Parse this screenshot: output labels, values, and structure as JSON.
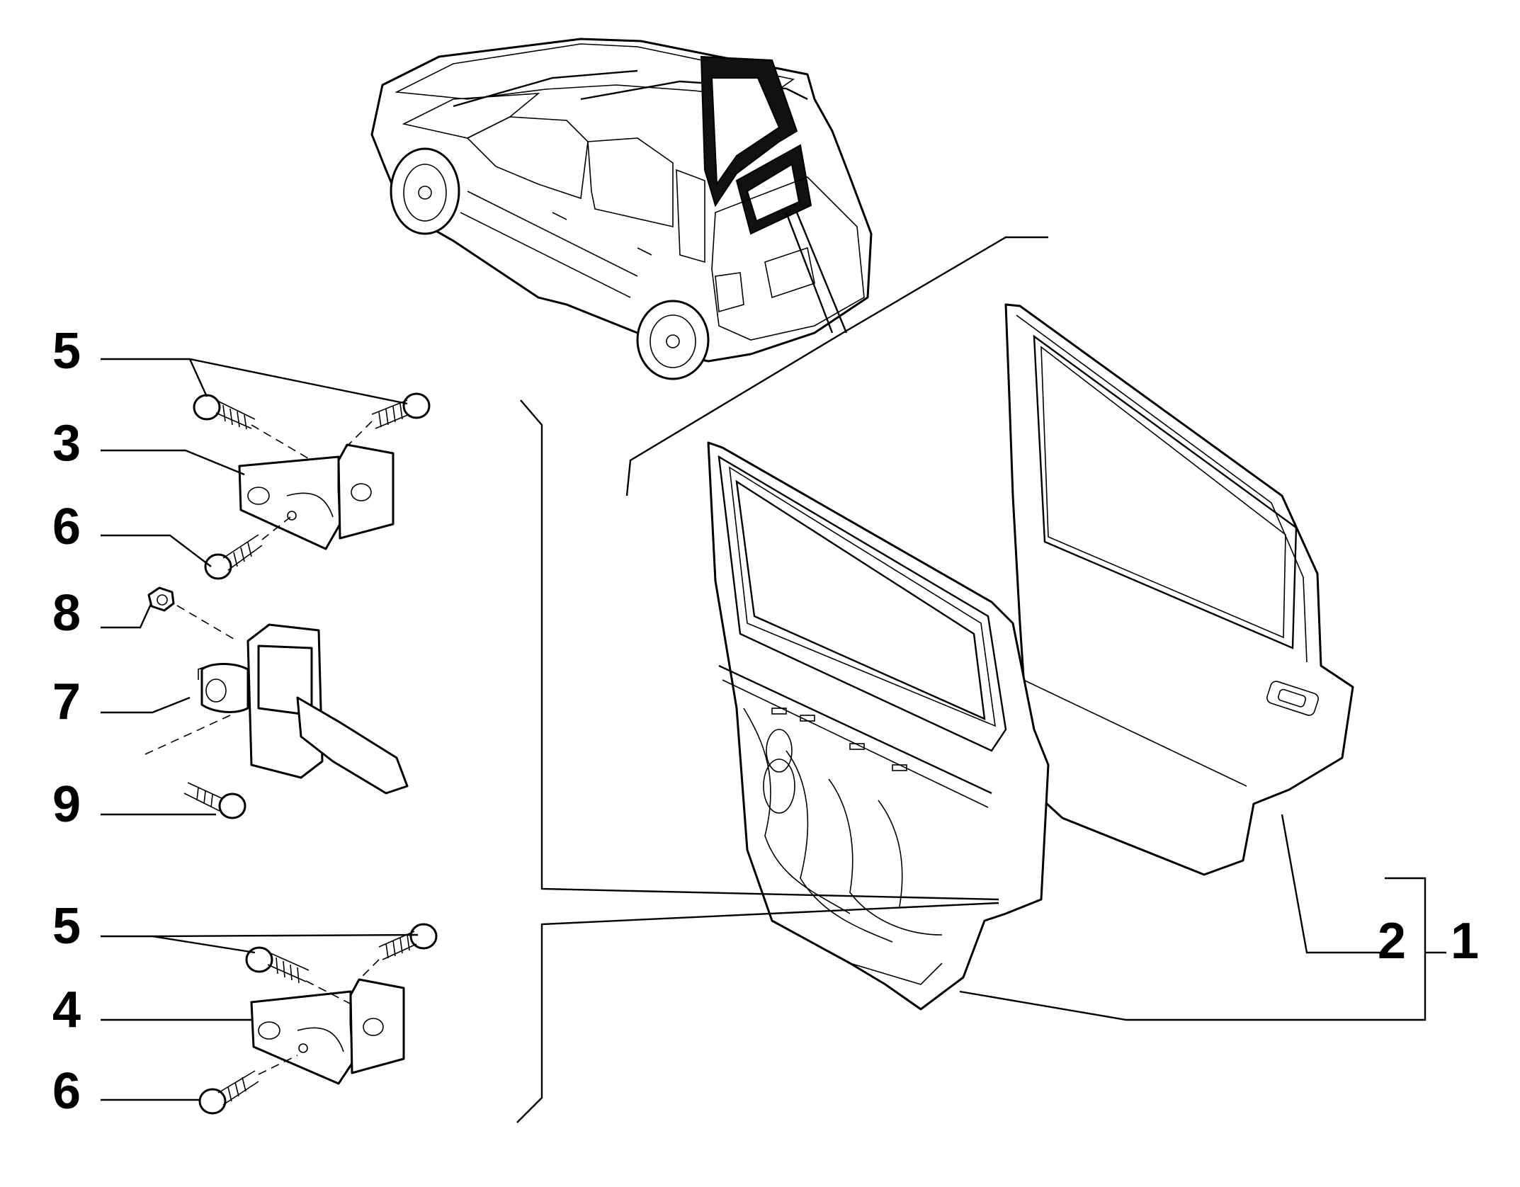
{
  "diagram": {
    "callouts": [
      {
        "id": "c5a",
        "label": "5"
      },
      {
        "id": "c3",
        "label": "3"
      },
      {
        "id": "c6a",
        "label": "6"
      },
      {
        "id": "c8",
        "label": "8"
      },
      {
        "id": "c7",
        "label": "7"
      },
      {
        "id": "c9",
        "label": "9"
      },
      {
        "id": "c5b",
        "label": "5"
      },
      {
        "id": "c4",
        "label": "4"
      },
      {
        "id": "c6b",
        "label": "6"
      },
      {
        "id": "c2",
        "label": "2"
      },
      {
        "id": "c1",
        "label": "1"
      }
    ]
  },
  "colors": {
    "line": "#000000",
    "background": "#ffffff"
  }
}
